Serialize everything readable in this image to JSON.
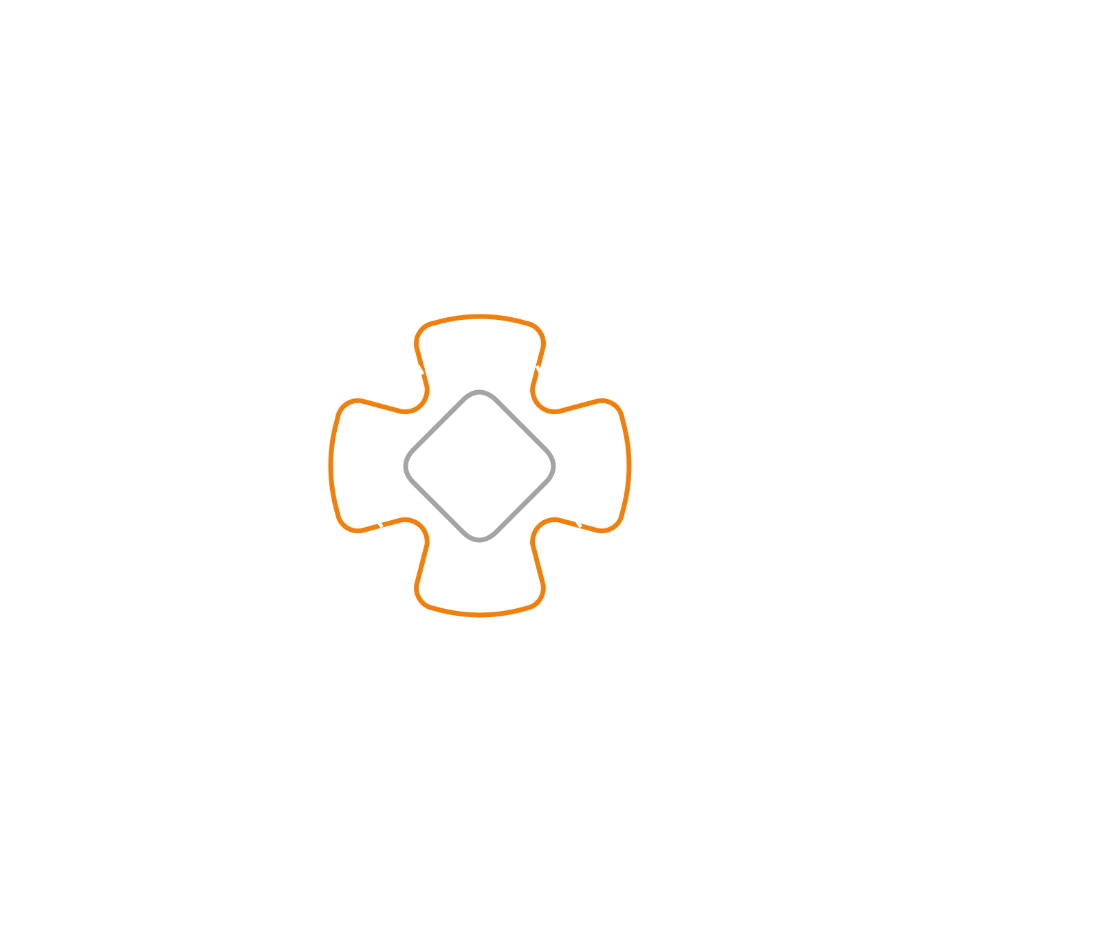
{
  "figure": {
    "description_type": "icon-outline",
    "shapes": [
      {
        "name": "outer-cross",
        "color": "#f07f0c",
        "style": "outline with four rounded bulging arms and small breaks in the stroke"
      },
      {
        "name": "inner-diamond",
        "color": "#a4a4a4",
        "style": "rounded square rotated 45 degrees"
      }
    ],
    "background_color": "#ffffff"
  }
}
